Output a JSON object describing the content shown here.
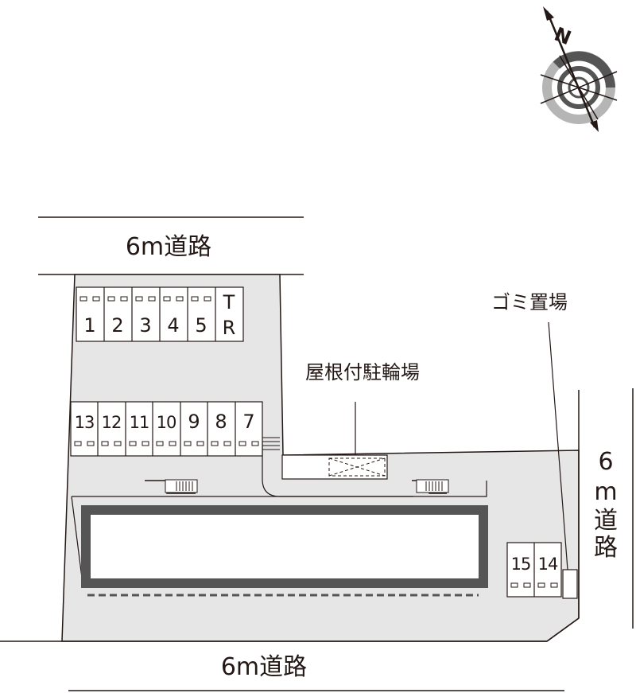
{
  "roads": {
    "top": "6m道路",
    "bottom": "6m道路",
    "right": [
      "6",
      "m",
      "道",
      "路"
    ]
  },
  "labels": {
    "bicycle_parking": "屋根付駐輪場",
    "garbage_area": "ゴミ置場"
  },
  "parking": {
    "top_row": [
      "1",
      "2",
      "3",
      "4",
      "5"
    ],
    "top_row_special": [
      "T",
      "R"
    ],
    "middle_row": [
      "13",
      "12",
      "11",
      "10",
      "9",
      "8",
      "7"
    ],
    "right_block": [
      "15",
      "14"
    ]
  },
  "compass": {
    "north_label": "N"
  },
  "colors": {
    "ground": "#e6e6e6",
    "building": "#555555",
    "line": "#231815"
  }
}
